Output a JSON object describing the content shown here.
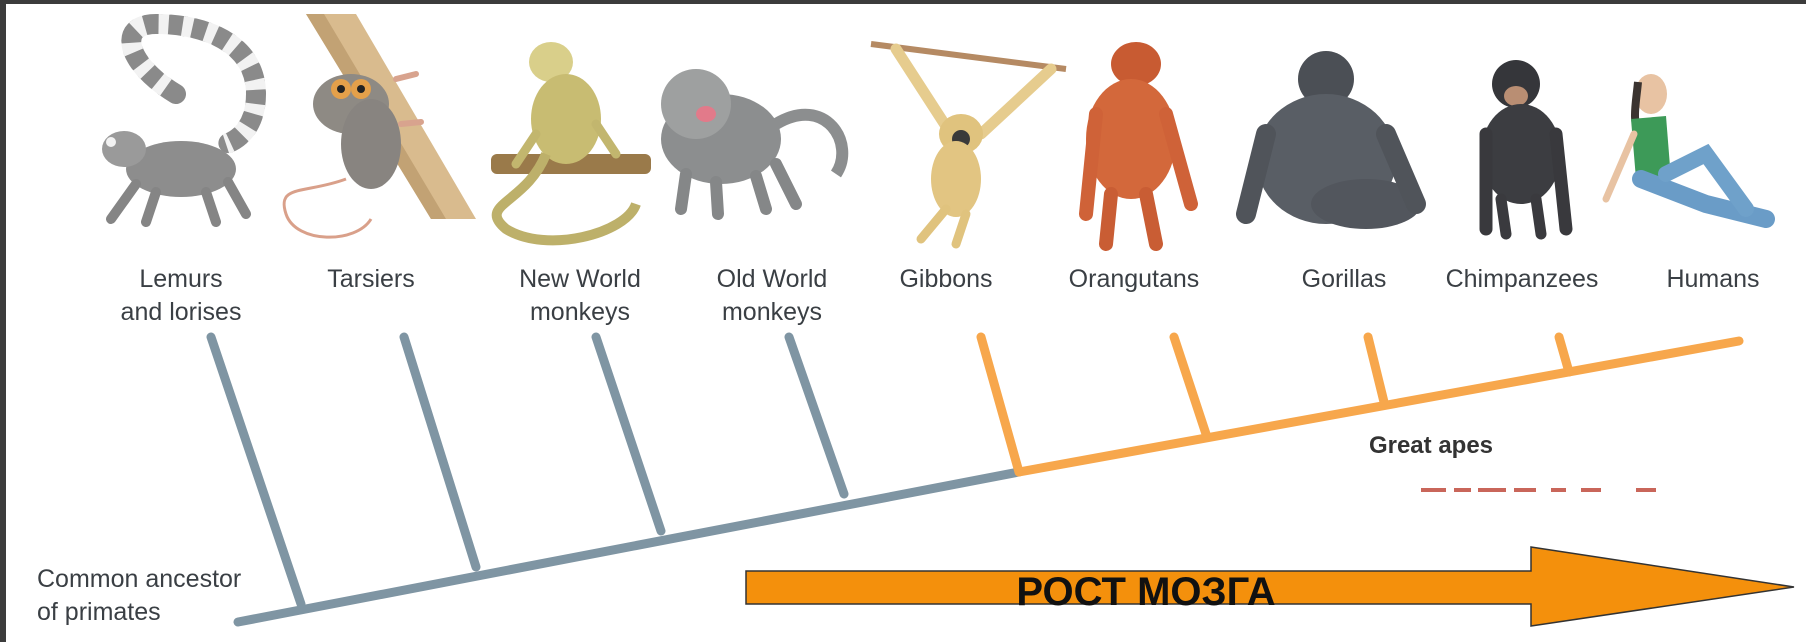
{
  "taxa": [
    {
      "id": "lemurs",
      "lines": [
        "Lemurs",
        "and lorises"
      ]
    },
    {
      "id": "tarsiers",
      "lines": [
        "Tarsiers"
      ]
    },
    {
      "id": "new-world-monkeys",
      "lines": [
        "New World",
        "monkeys"
      ]
    },
    {
      "id": "old-world-monkeys",
      "lines": [
        "Old World",
        "monkeys"
      ]
    },
    {
      "id": "gibbons",
      "lines": [
        "Gibbons"
      ]
    },
    {
      "id": "orangutans",
      "lines": [
        "Orangutans"
      ]
    },
    {
      "id": "gorillas",
      "lines": [
        "Gorillas"
      ]
    },
    {
      "id": "chimpanzees",
      "lines": [
        "Chimpanzees"
      ]
    },
    {
      "id": "humans",
      "lines": [
        "Humans"
      ]
    }
  ],
  "root_label": [
    "Common ancestor",
    "of primates"
  ],
  "group_label": "Great apes",
  "arrow_label": "РОСТ МОЗГА",
  "colors": {
    "lineage_primitive": "#7f95a3",
    "lineage_apes": "#f7a74c",
    "arrow_fill": "#f4900c",
    "arrow_stroke": "#333333"
  }
}
